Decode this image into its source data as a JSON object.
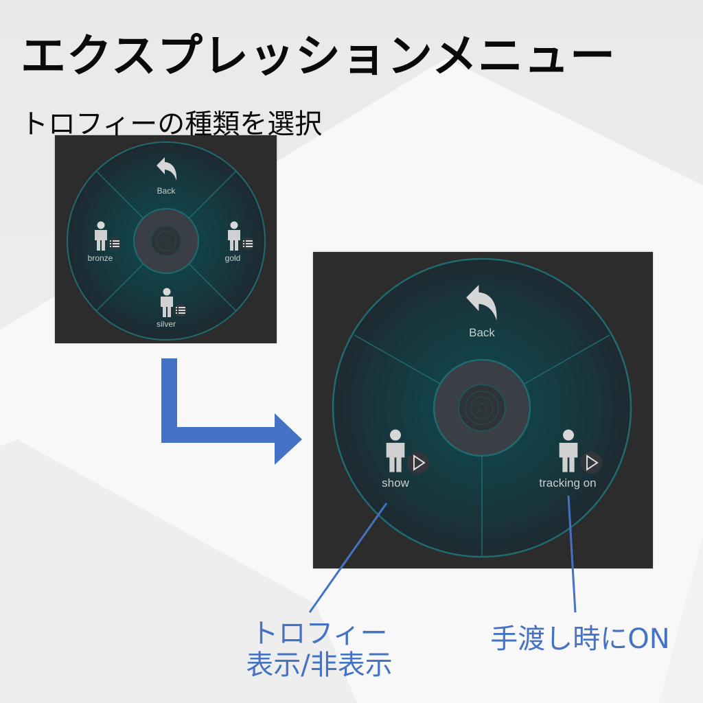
{
  "page": {
    "title": "エクスプレッションメニュー",
    "subtitle": "トロフィーの種類を選択"
  },
  "colors": {
    "panel_bg": "#2c2c2c",
    "ring": "#1f6b70",
    "wheel_fill": "#163b40",
    "hub_fill": "#3a3f46",
    "label": "#c9cfd0",
    "accent_blue": "#4472c4",
    "text_dark": "#0a0a0a"
  },
  "menu_small": {
    "items": [
      {
        "label": "Back",
        "icon": "back-arrow-icon"
      },
      {
        "label": "bronze",
        "icon": "avatar-figure-icon",
        "badge": "submenu-list-icon"
      },
      {
        "label": "gold",
        "icon": "avatar-figure-icon",
        "badge": "submenu-list-icon"
      },
      {
        "label": "silver",
        "icon": "avatar-figure-icon",
        "badge": "submenu-list-icon"
      }
    ]
  },
  "menu_large": {
    "items": [
      {
        "label": "Back",
        "icon": "back-arrow-icon"
      },
      {
        "label": "show",
        "icon": "avatar-figure-icon",
        "badge": "toggle-play-icon"
      },
      {
        "label": "tracking on",
        "icon": "avatar-figure-icon",
        "badge": "toggle-play-icon"
      }
    ]
  },
  "annotations": {
    "show_note": {
      "line1": "トロフィー",
      "line2": "表示/非表示"
    },
    "tracking_note": {
      "line1": "手渡し時にON"
    }
  }
}
